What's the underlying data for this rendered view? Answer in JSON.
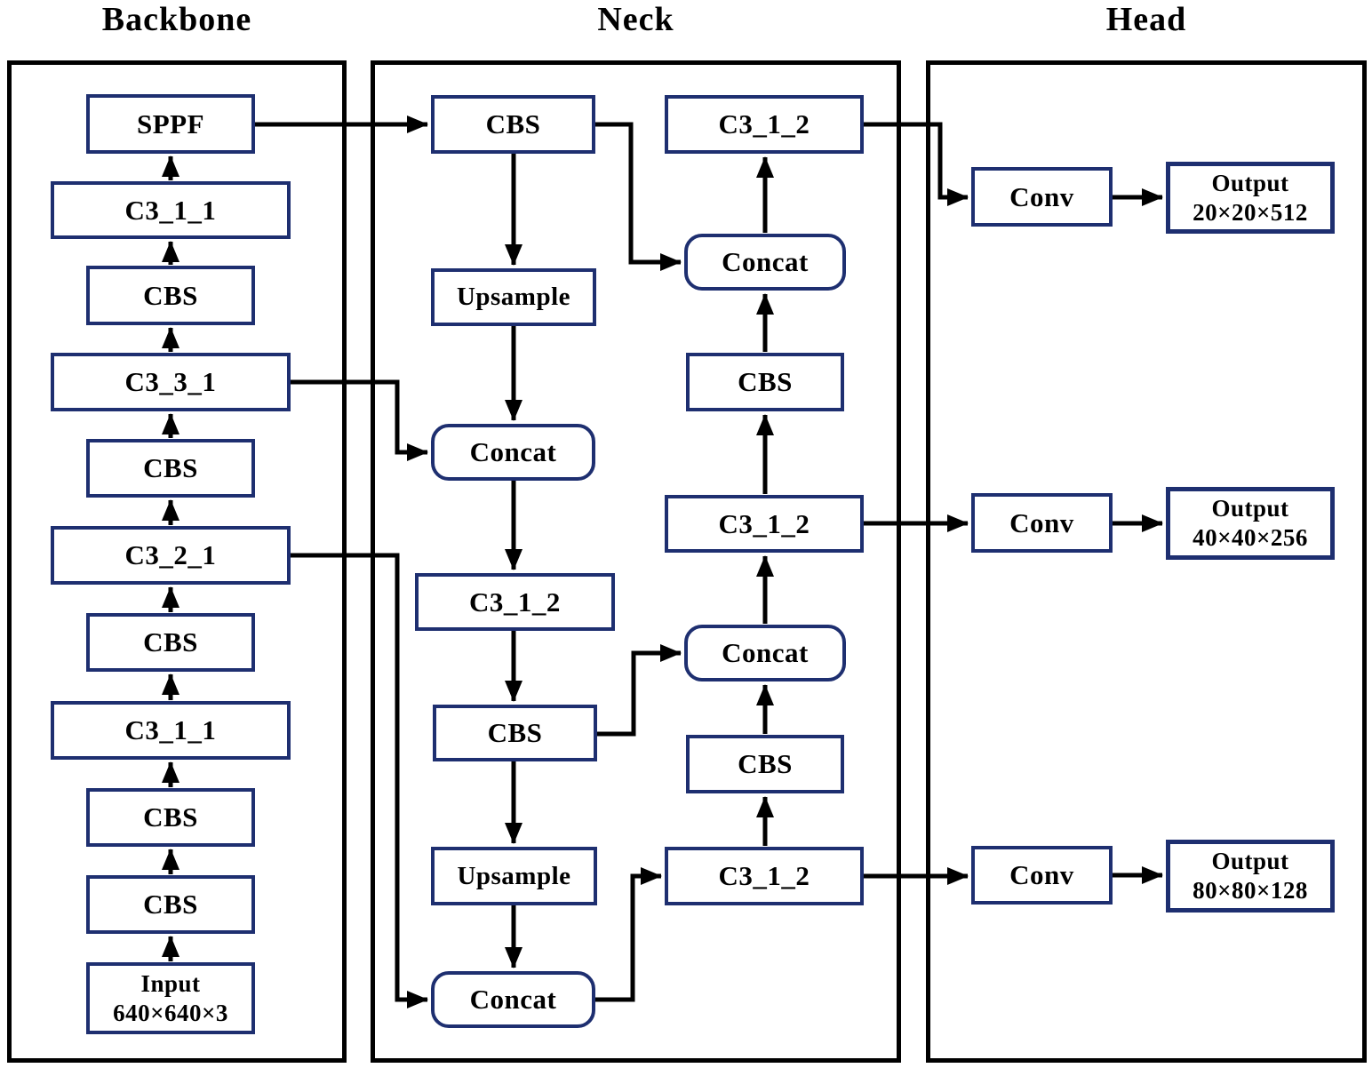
{
  "colors": {
    "box_border": "#1e2f70",
    "line": "#000000",
    "background": "#ffffff"
  },
  "sections": {
    "backbone": {
      "title": "Backbone"
    },
    "neck": {
      "title": "Neck"
    },
    "head": {
      "title": "Head"
    }
  },
  "backbone": {
    "nodes": {
      "input": {
        "label": "Input",
        "sublabel": "640×640×3"
      },
      "cbs1": {
        "label": "CBS"
      },
      "cbs2": {
        "label": "CBS"
      },
      "c3_1_1_a": {
        "label": "C3_1_1"
      },
      "cbs3": {
        "label": "CBS"
      },
      "c3_2_1": {
        "label": "C3_2_1"
      },
      "cbs4": {
        "label": "CBS"
      },
      "c3_3_1": {
        "label": "C3_3_1"
      },
      "cbs5": {
        "label": "CBS"
      },
      "c3_1_1_b": {
        "label": "C3_1_1"
      },
      "sppf": {
        "label": "SPPF"
      }
    }
  },
  "neck": {
    "nodes": {
      "cbs_top": {
        "label": "CBS"
      },
      "upsample_a": {
        "label": "Upsample"
      },
      "concat_a": {
        "label": "Concat"
      },
      "c3_left": {
        "label": "C3_1_2"
      },
      "cbs_left": {
        "label": "CBS"
      },
      "upsample_b": {
        "label": "Upsample"
      },
      "concat_b": {
        "label": "Concat"
      },
      "c3_top": {
        "label": "C3_1_2"
      },
      "concat_top": {
        "label": "Concat"
      },
      "cbs_r1": {
        "label": "CBS"
      },
      "c3_mid": {
        "label": "C3_1_2"
      },
      "concat_mid": {
        "label": "Concat"
      },
      "cbs_r2": {
        "label": "CBS"
      },
      "c3_bot": {
        "label": "C3_1_2"
      }
    }
  },
  "head": {
    "nodes": {
      "conv_top": {
        "label": "Conv"
      },
      "out_top": {
        "label": "Output",
        "sublabel": "20×20×512"
      },
      "conv_mid": {
        "label": "Conv"
      },
      "out_mid": {
        "label": "Output",
        "sublabel": "40×40×256"
      },
      "conv_bot": {
        "label": "Conv"
      },
      "out_bot": {
        "label": "Output",
        "sublabel": "80×80×128"
      }
    }
  }
}
